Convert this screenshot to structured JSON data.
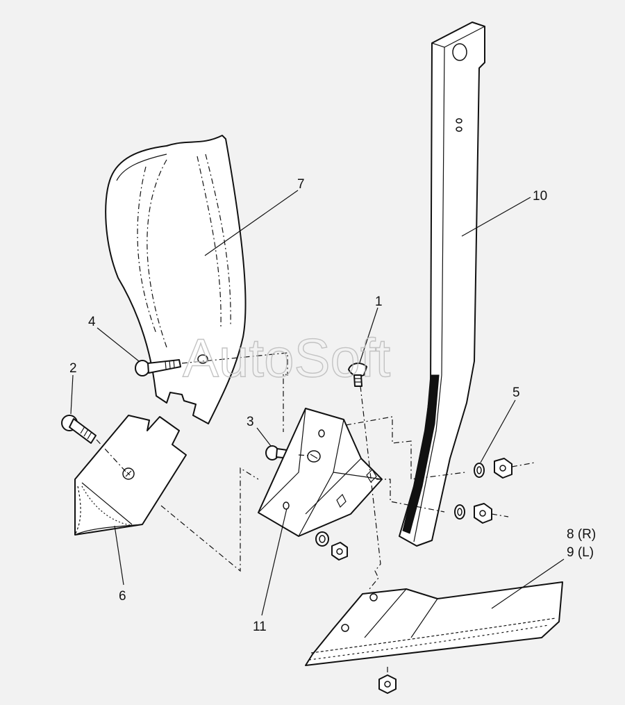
{
  "watermark": "AutoSoft",
  "labels": [
    {
      "key": "l1",
      "text": "1"
    },
    {
      "key": "l2",
      "text": "2"
    },
    {
      "key": "l3",
      "text": "3"
    },
    {
      "key": "l4",
      "text": "4"
    },
    {
      "key": "l5",
      "text": "5"
    },
    {
      "key": "l6",
      "text": "6"
    },
    {
      "key": "l7",
      "text": "7"
    },
    {
      "key": "l8",
      "text": "8 (R)"
    },
    {
      "key": "l9",
      "text": "9 (L)"
    },
    {
      "key": "l10",
      "text": "10"
    },
    {
      "key": "l11",
      "text": "11"
    }
  ]
}
